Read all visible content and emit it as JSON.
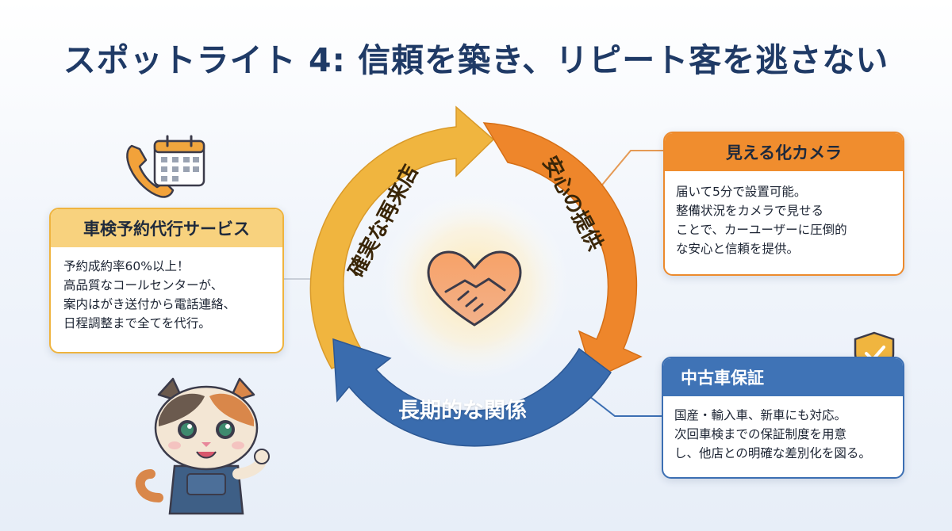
{
  "title": "スポットライト 4: 信頼を築き、リピート客を逃さない",
  "cycle": {
    "segment_left": "確実な再来店",
    "segment_right": "安心の提供",
    "segment_bottom": "長期的な関係"
  },
  "cards": {
    "left": {
      "heading": "車検予約代行サービス",
      "lines": [
        "予約成約率60%以上！",
        "高品質なコールセンターが、",
        "案内はがき送付から電話連絡、",
        "日程調整まで全てを代行。"
      ]
    },
    "top_right": {
      "heading": "見える化カメラ",
      "lines": [
        "届いて5分で設置可能。",
        "整備状況をカメラで見せる",
        "ことで、カーユーザーに圧倒的",
        "な安心と信頼を提供。"
      ]
    },
    "bottom_right": {
      "heading": "中古車保証",
      "lines": [
        "国産・輸入車、新車にも対応。",
        "次回車検までの保証制度を用意",
        "し、他店との明確な差別化を図る。"
      ]
    }
  },
  "colors": {
    "yellow": "#f0b53f",
    "orange": "#ee862b",
    "blue": "#3a6cae",
    "title": "#1f3a66"
  },
  "icons": [
    "phone-icon",
    "calendar-icon",
    "cctv-camera-icon",
    "car-shield-icon",
    "heart-handshake-icon",
    "cat-mascot-icon"
  ]
}
